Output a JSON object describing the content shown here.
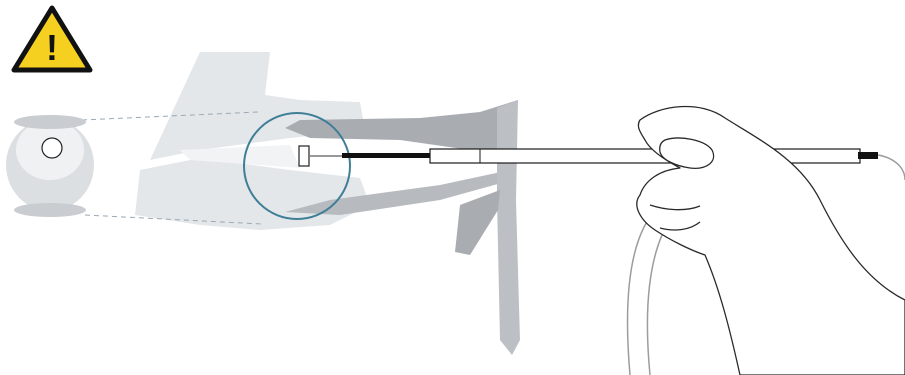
{
  "warning": {
    "icon": "warning-triangle-icon",
    "symbol": "!",
    "fill_color": "#f5d020",
    "stroke_color": "#111111"
  },
  "colors": {
    "anatomy": "#e4e7ea",
    "speculum": "#a9adb2",
    "speculum_light": "#c9ccd0",
    "magnifier_ring": "#3f7e97",
    "instrument_outline": "#1a1a1a",
    "cable": "#9a9c9f",
    "hand_outline": "#2a2a2a",
    "sphere": "#dcdfe2"
  },
  "figure": {
    "elements": [
      "warning-sign",
      "detail-sphere",
      "magnifier-circle",
      "anatomy-cross-section",
      "speculum",
      "probe-instrument",
      "cable",
      "hand"
    ]
  }
}
